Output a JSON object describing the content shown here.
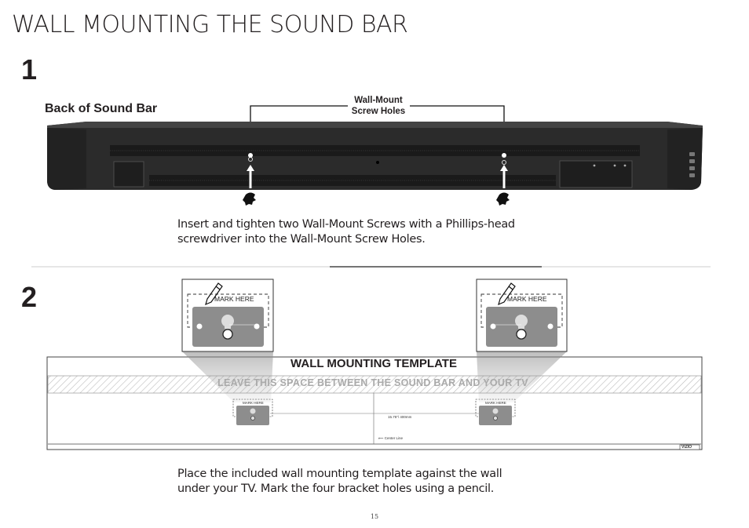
{
  "page": {
    "title": "WALL MOUNTING THE SOUND BAR",
    "page_number": "15"
  },
  "step1": {
    "number": "1",
    "bar_label": "Back of Sound Bar",
    "holes_label_line1": "Wall-Mount",
    "holes_label_line2": "Screw Holes",
    "instruction_line1": "Insert and tighten two Wall-Mount Screws with a Phillips-head",
    "instruction_line2": "screwdriver into the Wall-Mount Screw Holes."
  },
  "step2": {
    "number": "2",
    "mark_here": "MARK HERE",
    "template_title": "WALL MOUNTING TEMPLATE",
    "space_text": "LEAVE THIS SPACE BETWEEN THE SOUND BAR AND YOUR TV",
    "distance_label": "15.75\"/ 400mm",
    "center_line_label": "Center Line",
    "logo": "VIZIO",
    "instruction_line1": "Place the included wall mounting template against the wall",
    "instruction_line2": "under your TV. Mark the four bracket holes using a pencil."
  },
  "colors": {
    "text": "#231f20",
    "bar_body": "#2b2b2b",
    "bracket_gray": "#8d8d8d"
  },
  "icons": [
    "pencil-icon",
    "screw-icon",
    "arrow-up-icon",
    "keyhole-icon"
  ]
}
